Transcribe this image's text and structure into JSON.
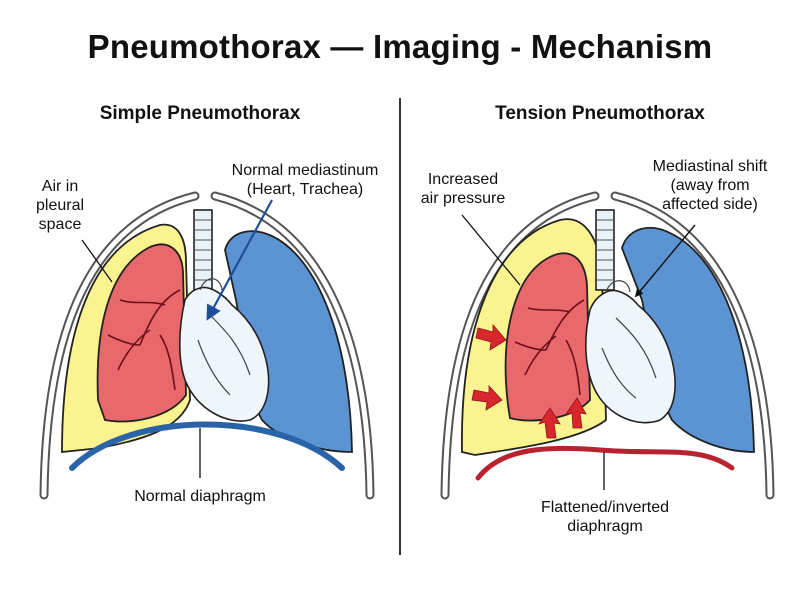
{
  "title": "Pneumothorax — Imaging - Mechanism",
  "panels": {
    "simple": {
      "title": "Simple Pneumothorax",
      "labels": {
        "air_line1": "Air in",
        "air_line2": "pleural",
        "air_line3": "space",
        "mediastinum_line1": "Normal mediastinum",
        "mediastinum_line2": "(Heart, Trachea)",
        "diaphragm": "Normal diaphragm"
      }
    },
    "tension": {
      "title": "Tension Pneumothorax",
      "labels": {
        "pressure_line1": "Increased",
        "pressure_line2": "air pressure",
        "shift_line1": "Mediastinal shift",
        "shift_line2": "(away from",
        "shift_line3": "affected side)",
        "diaphragm_line1": "Flattened/inverted",
        "diaphragm_line2": "diaphragm"
      }
    }
  },
  "colors": {
    "pleural_air": "#fbf38f",
    "collapsed_lung": "#e8686b",
    "healthy_lung": "#5b93d3",
    "normal_diaphragm": "#2b63a8",
    "abnormal_diaphragm": "#b8232f",
    "pressure_arrow": "#d7262c",
    "pointer": "#1f4e9a"
  }
}
